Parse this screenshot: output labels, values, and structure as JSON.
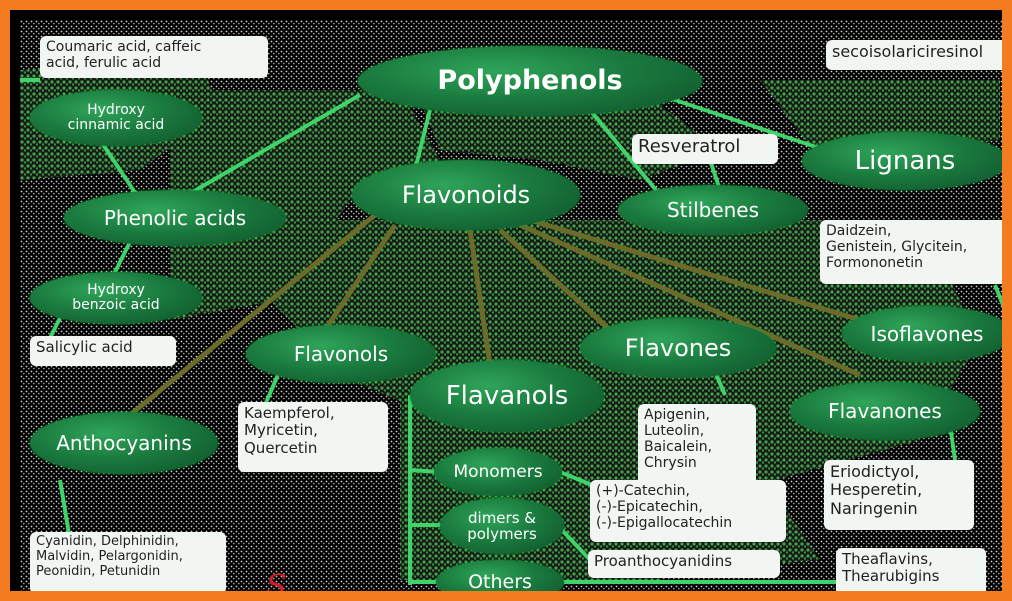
{
  "nodes": {
    "polyphenols": "Polyphenols",
    "flavonoids": "Flavonoids",
    "phenolic_acids": "Phenolic acids",
    "hydroxy_cinnamic": "Hydroxy cinnamic acid",
    "hydroxy_benzoic": "Hydroxy benzoic acid",
    "stilbenes": "Stilbenes",
    "lignans": "Lignans",
    "isoflavones": "Isoflavones",
    "flavonols": "Flavonols",
    "flavanols": "Flavanols",
    "flavones": "Flavones",
    "flavanones": "Flavanones",
    "anthocyanins": "Anthocyanins",
    "monomers": "Monomers",
    "dimers": "dimers & polymers",
    "others": "Others"
  },
  "boxes": {
    "coumaric": "Coumaric acid, caffeic\nacid, ferulic acid",
    "secoisolariciresinol": "secoisolariciresinol",
    "resveratrol": "Resveratrol",
    "isoflavone_examples": "Daidzein,\nGenistein, Glycitein,\nFormononetin",
    "salicylic": "Salicylic acid",
    "flavonol_examples": "Kaempferol,\nMyricetin,\nQuercetin",
    "flavone_examples": "Apigenin,\nLuteolin,\nBaicalein,\nChrysin",
    "flavanone_examples": "Eriodictyol,\nHesperetin,\nNaringenin",
    "catechins": "(+)-Catechin,\n(-)-Epicatechin,\n(-)-Epigallocatechin",
    "proanthocyanidins": "Proanthocyanidins",
    "theaflavins": "Theaflavins,\nThearubigins",
    "anthocyanidins": "Cyanidin, Delphinidin,\nMalvidin, Pelargonidin,\nPeonidin, Petunidin"
  },
  "colors": {
    "frame": "#f47c20",
    "node": "#1a7a3e",
    "line_green": "#3fd36a",
    "line_olive": "#6b6b2a"
  }
}
